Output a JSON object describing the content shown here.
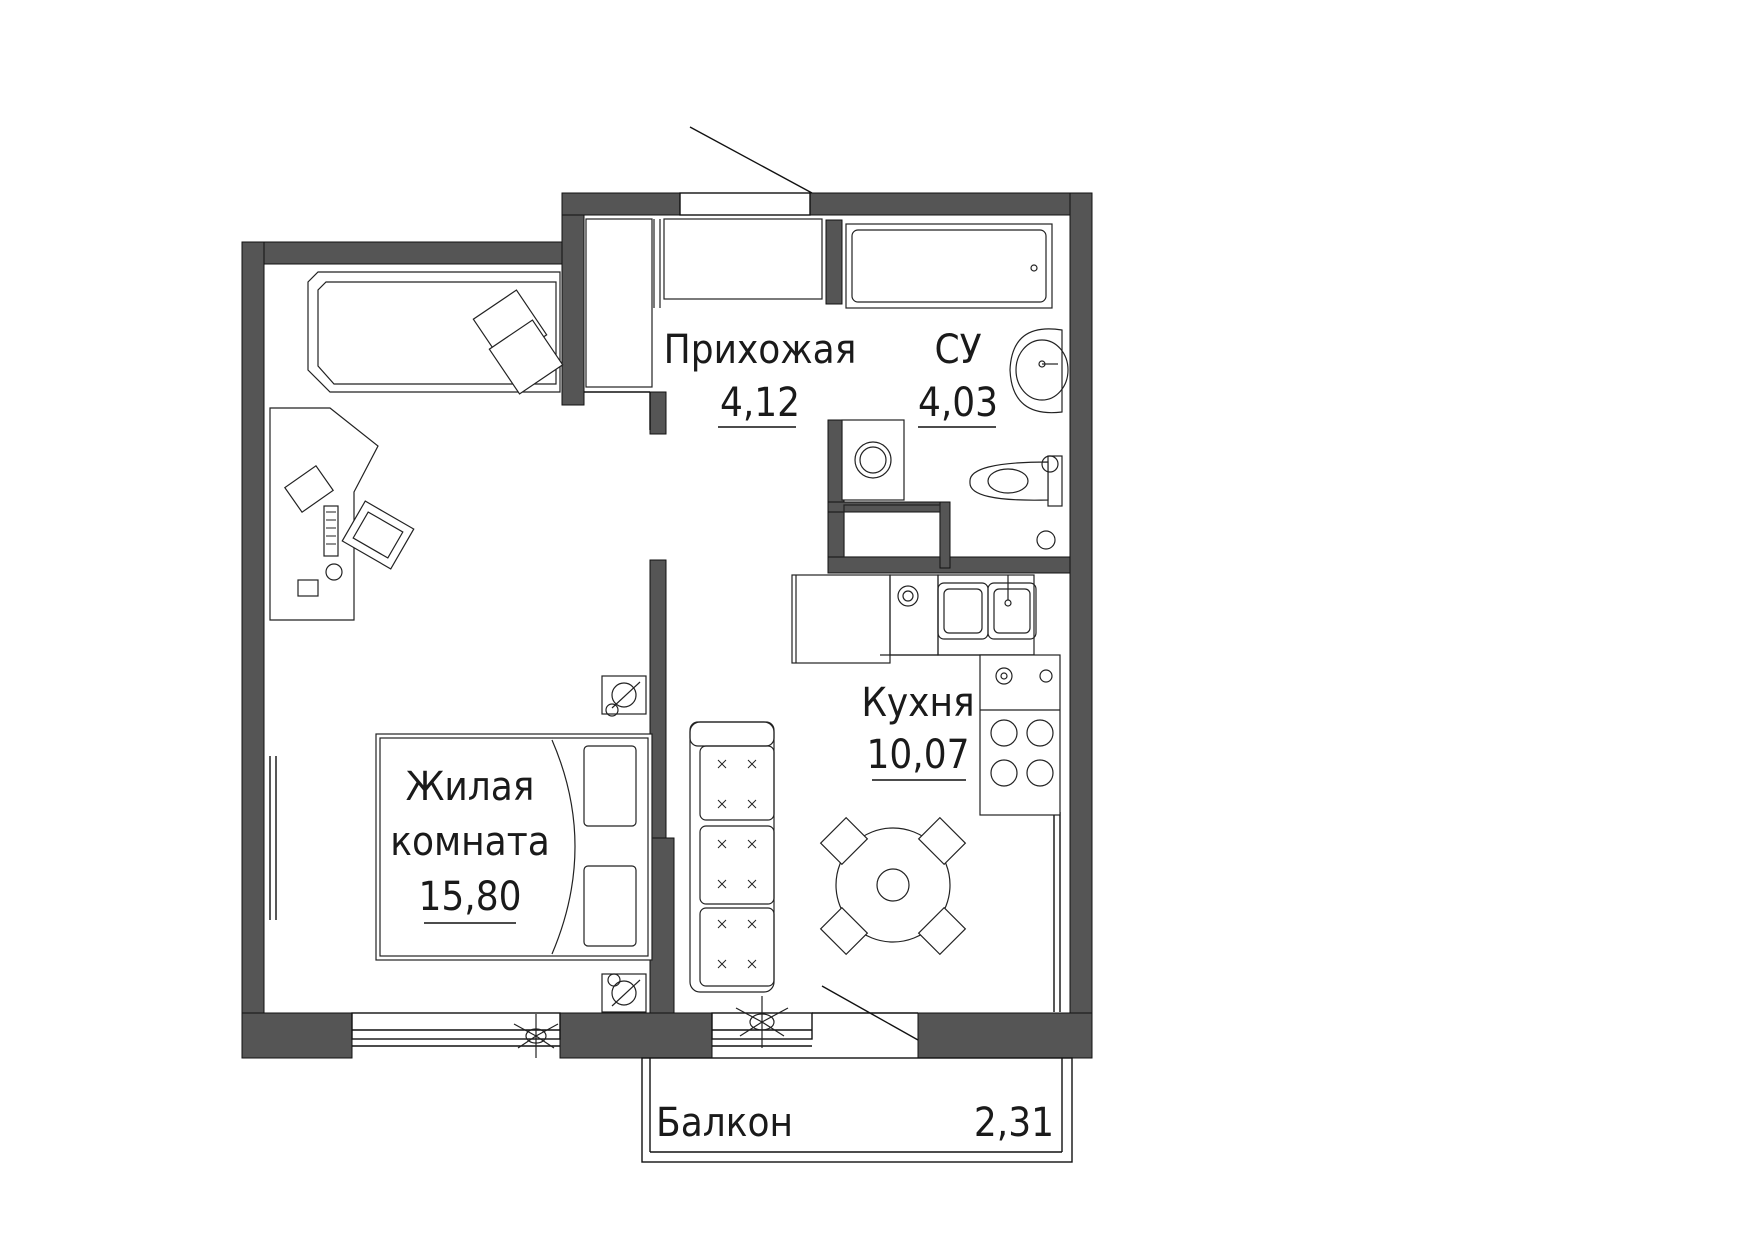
{
  "rooms": [
    {
      "id": "hallway",
      "name": "Прихожая",
      "area": "4,12"
    },
    {
      "id": "bathroom",
      "name": "СУ",
      "area": "4,03"
    },
    {
      "id": "kitchen",
      "name": "Кухня",
      "area": "10,07"
    },
    {
      "id": "living",
      "name_line1": "Жилая",
      "name_line2": "комната",
      "area": "15,80"
    },
    {
      "id": "balcony",
      "name": "Балкон",
      "area": "2,31"
    }
  ],
  "colors": {
    "wall": "#555555",
    "line": "#111111",
    "background": "#ffffff"
  },
  "icons": [
    "bath-icon",
    "sink-icon",
    "toilet-icon",
    "washing-machine-icon",
    "kitchen-sink-icon",
    "stove-icon",
    "bed-icon",
    "pillow-icon",
    "desk-icon",
    "chair-icon",
    "sofa-icon",
    "dining-table-icon",
    "plant-icon",
    "lamp-icon",
    "phone-icon",
    "nightstand-icon",
    "door-swing-icon",
    "window-icon"
  ]
}
